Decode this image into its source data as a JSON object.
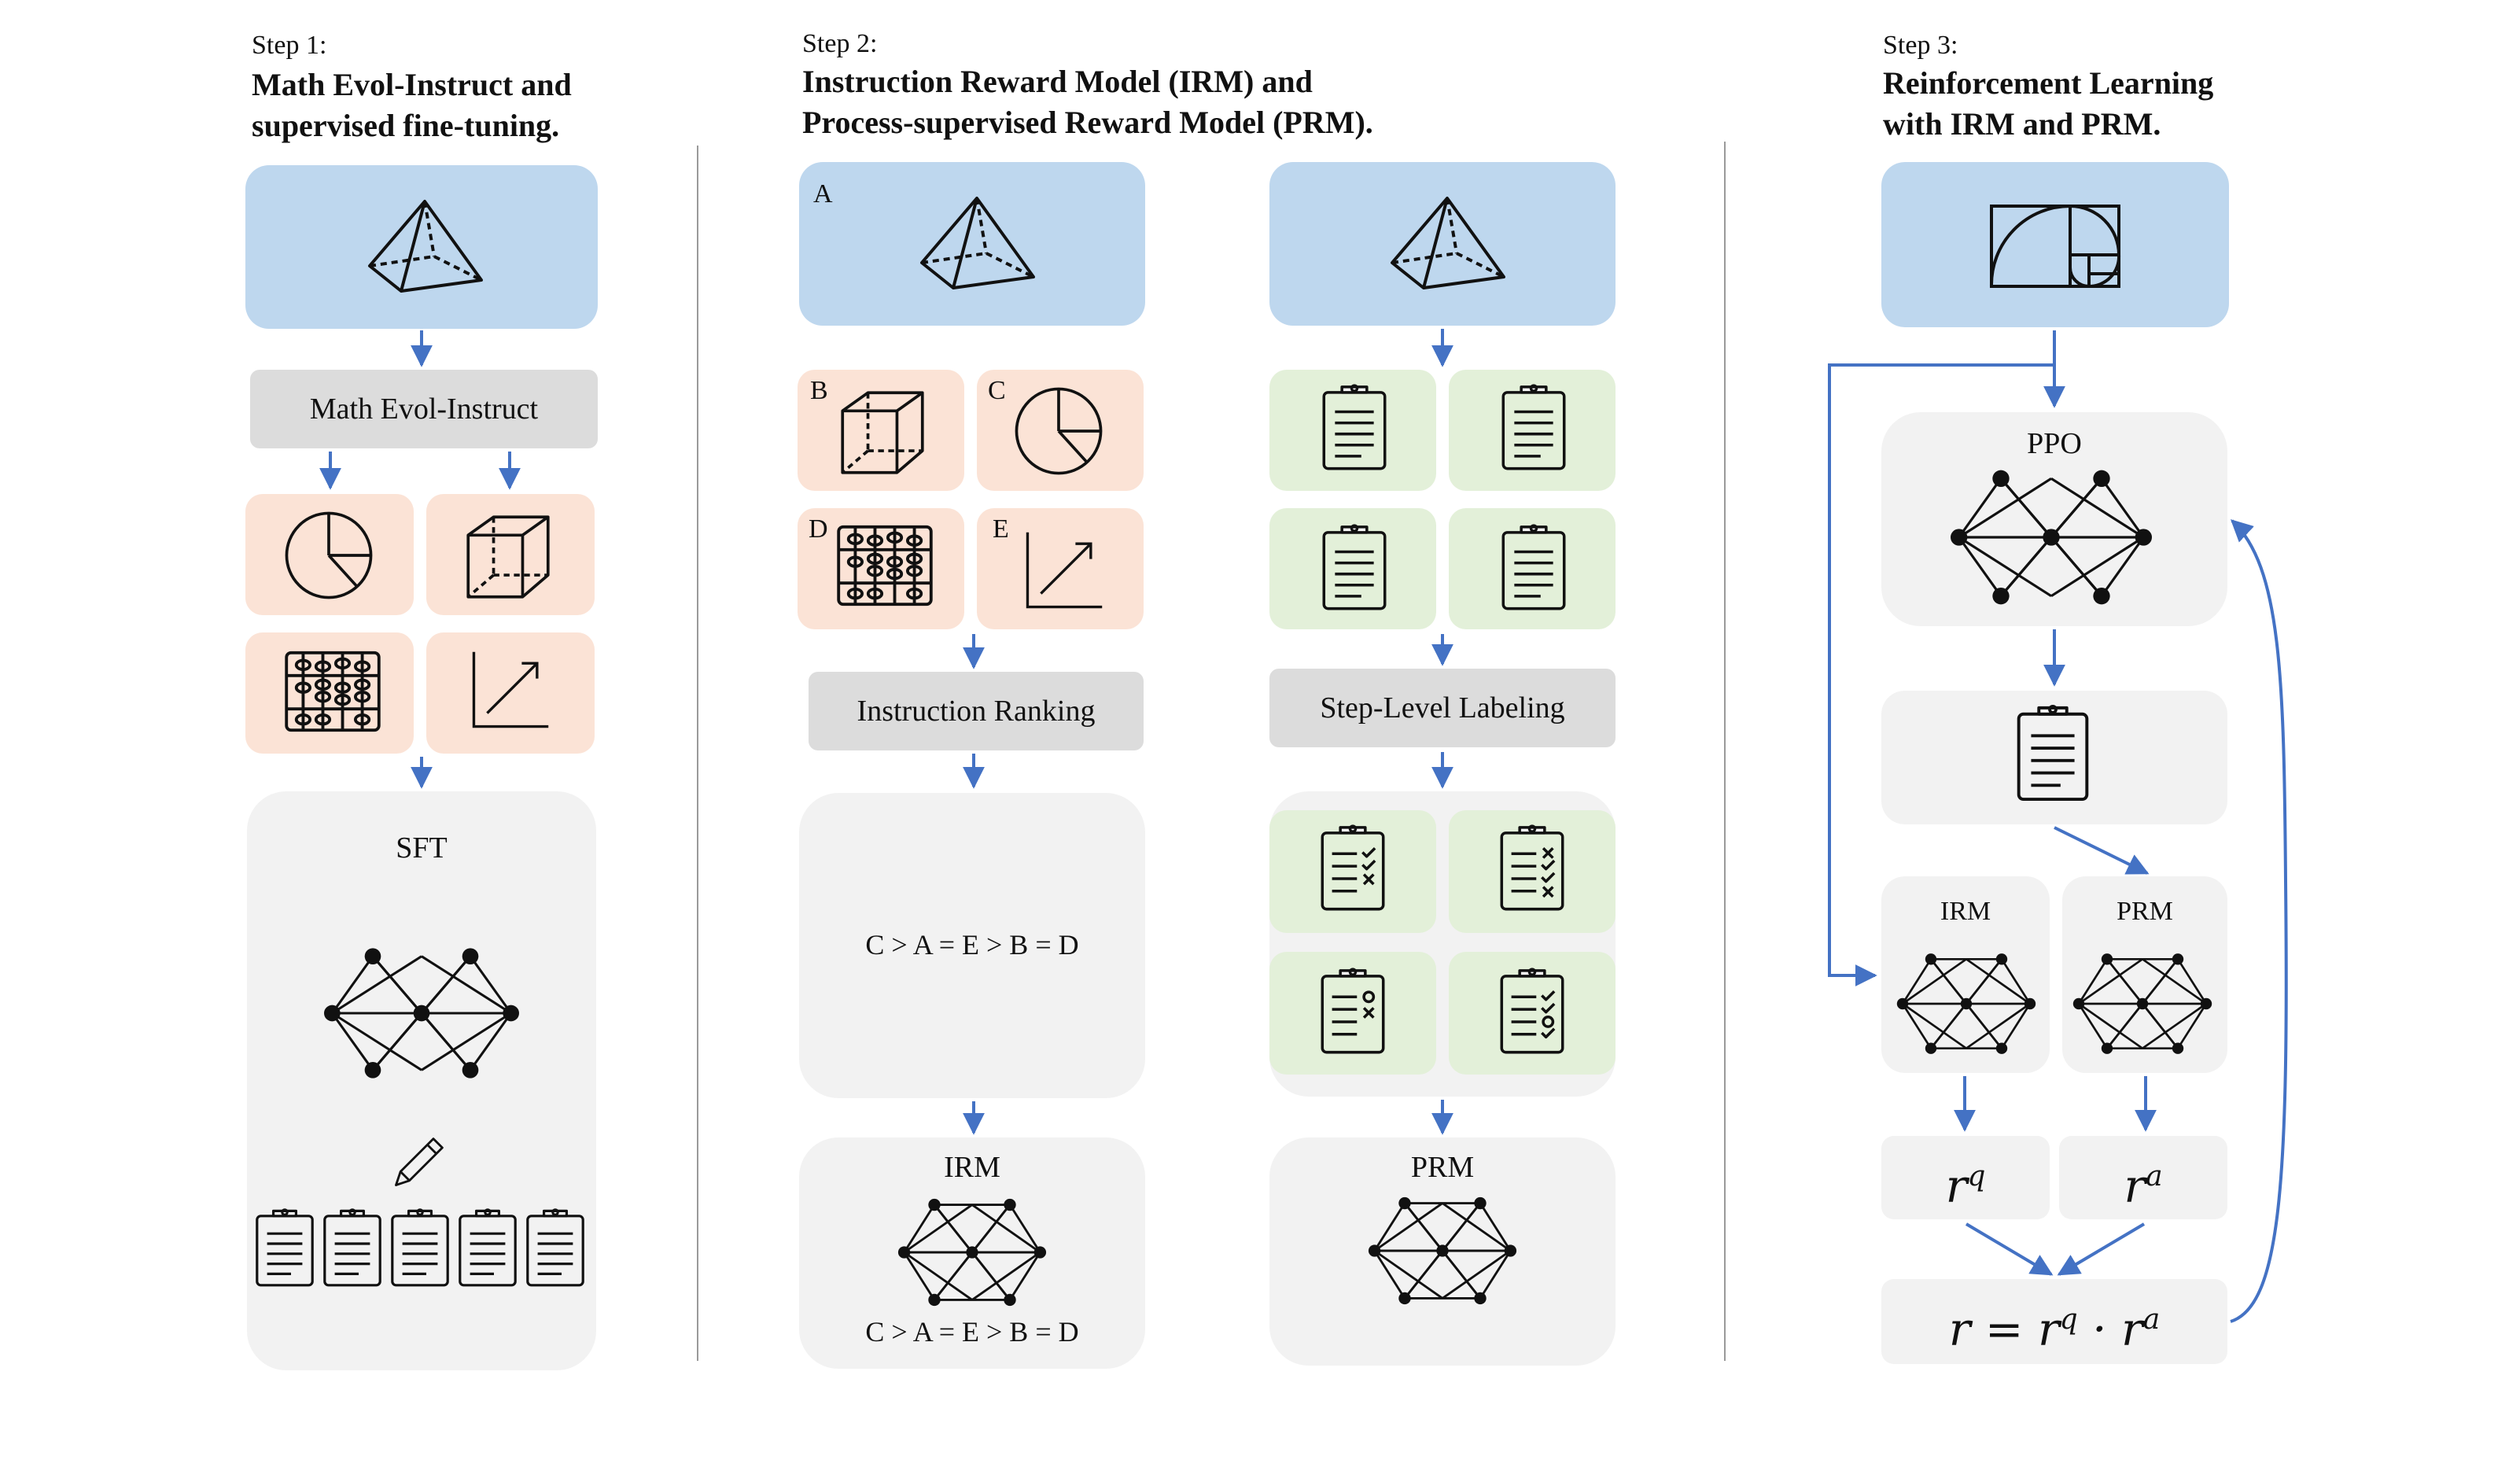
{
  "step1": {
    "num": "Step 1:",
    "title1": "Math Evol-Instruct and",
    "title2": "supervised fine-tuning.",
    "evol_label": "Math Evol-Instruct",
    "sft_label": "SFT"
  },
  "step2": {
    "num": "Step 2:",
    "title1": "Instruction Reward Model (IRM) and",
    "title2": "Process-supervised Reward Model (PRM).",
    "tag_a": "A",
    "tag_b": "B",
    "tag_c": "C",
    "tag_d": "D",
    "tag_e": "E",
    "ranking_label": "Instruction Ranking",
    "ranking_result": "C > A = E > B = D",
    "irm_label": "IRM",
    "irm_result": "C > A = E > B = D",
    "step_label": "Step-Level Labeling",
    "prm_label": "PRM"
  },
  "step3": {
    "num": "Step 3:",
    "title1": "Reinforcement Learning",
    "title2": "with IRM and PRM.",
    "ppo_label": "PPO",
    "irm_label": "IRM",
    "prm_label": "PRM",
    "rq": "r",
    "rq_sup": "q",
    "ra": "r",
    "ra_sup": "a",
    "formula_r": "r = r",
    "formula_q": "q",
    "formula_dot": " · r",
    "formula_a": "a"
  },
  "colors": {
    "blue_box": "#bed7ee",
    "peach_box": "#fbe3d6",
    "green_box": "#e3f0d9",
    "gray_box": "#f2f2f2",
    "label_box": "#dcdcdc",
    "arrow": "#4472c4"
  }
}
